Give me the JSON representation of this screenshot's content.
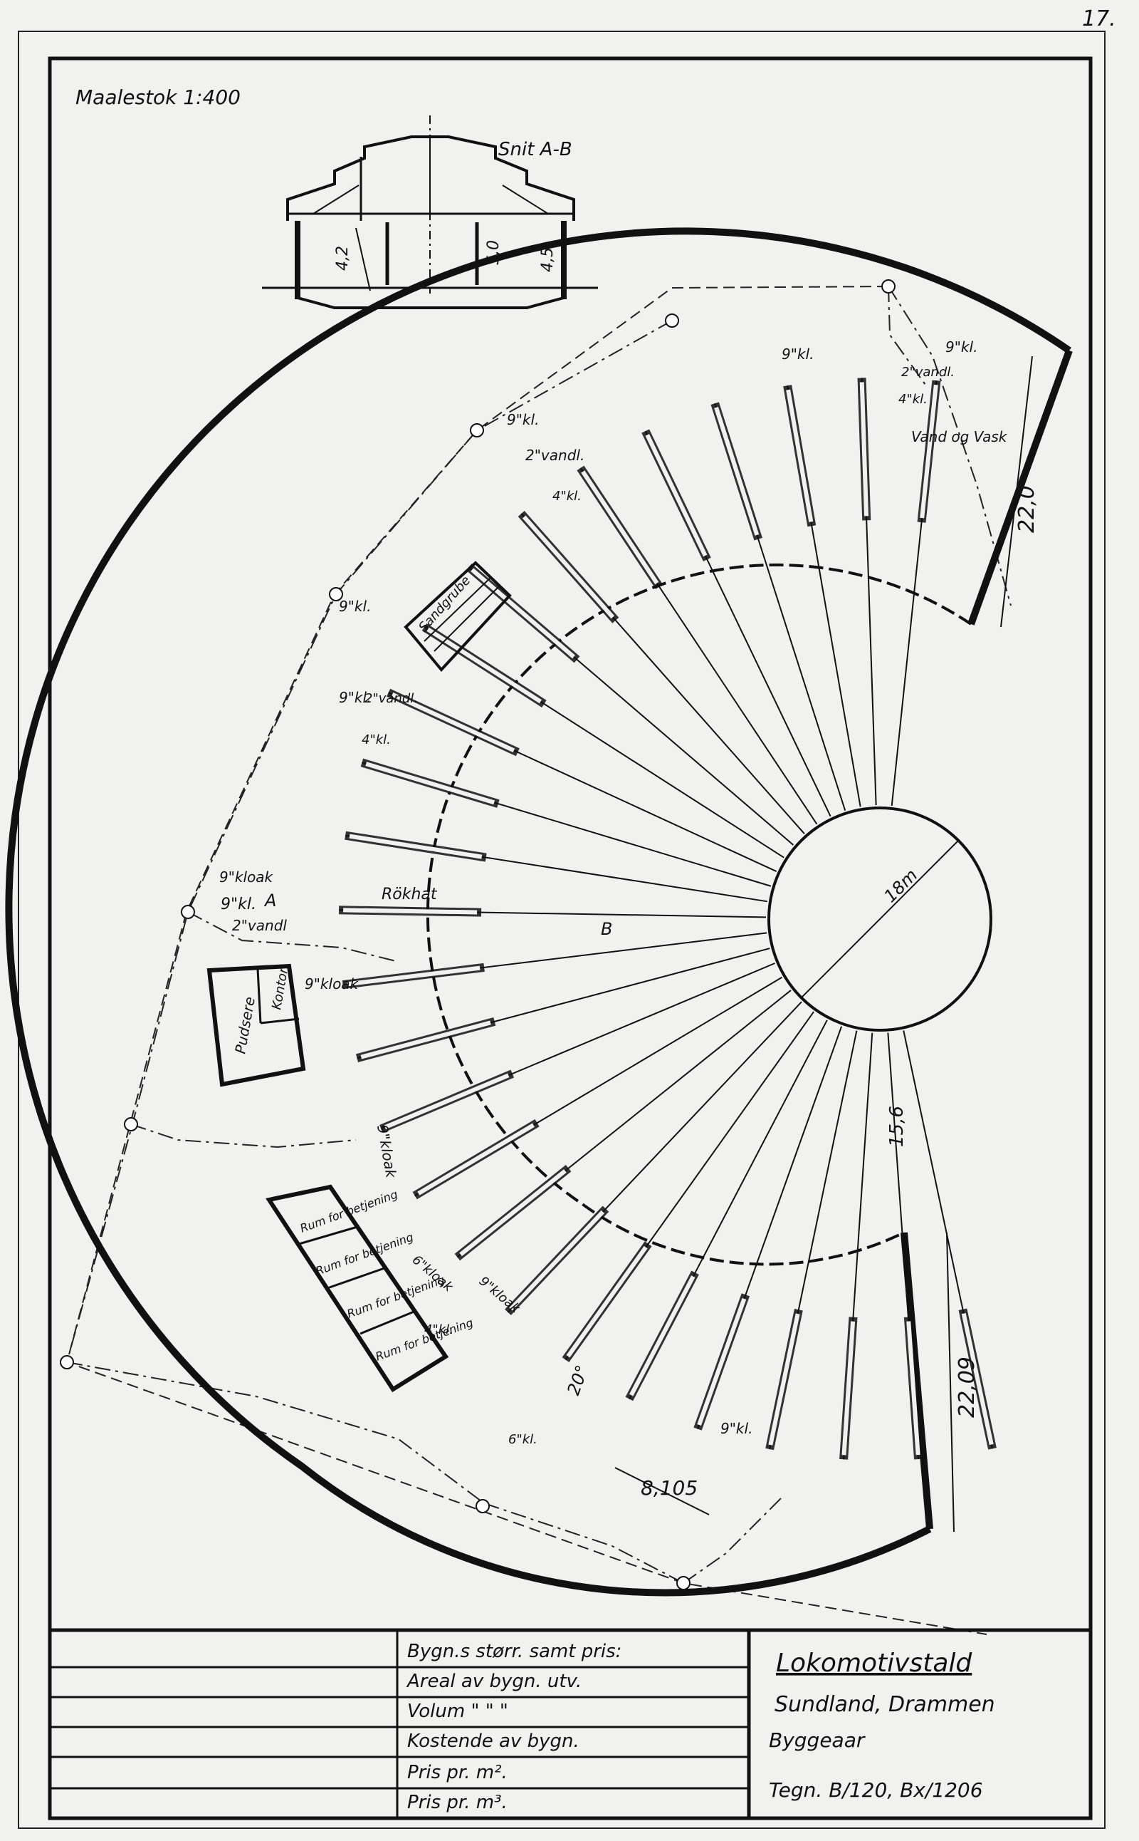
{
  "sheet": {
    "page_number": "17.",
    "scale": "Maalestok 1:400"
  },
  "section": {
    "title": "Snit A-B",
    "dims": [
      "4,2",
      "5,0",
      "4,5"
    ]
  },
  "plan": {
    "turntable_diameter": "18m",
    "dim_depth": "22,0",
    "dim_depth_lower": "22,09",
    "dim_bay": "8,105",
    "dim_radius": "15,6",
    "dim_angle": "20°",
    "rooms": {
      "pudsere": "Pudsere",
      "kontor": "Kontor",
      "staff_1": "Rum for betjening",
      "staff_2": "Rum for betjening",
      "staff_3": "Rum for betjening",
      "staff_4": "Rum for betjening",
      "sandgrube": "Sandgrube"
    },
    "labels": {
      "rokhat": "Rökhat",
      "vand_og_vask": "Vand og Vask",
      "section_a": "A",
      "section_b": "B",
      "pipe_9kl_1": "9\"kl.",
      "pipe_9kl_2": "9\"kl.",
      "pipe_9kl_3": "9\"kl.",
      "pipe_9kl_4": "9\"kl.",
      "pipe_9kl_5": "9\"kl.",
      "pipe_9kl_6": "9\"kl.",
      "pipe_9kl_7": "9\"kl.",
      "pipe_2vandl_1": "2\"vandl.",
      "pipe_2vandl_2": "2\"vandl.",
      "pipe_2vandl_3": "2\"vandl.",
      "pipe_2vandl_4": "2\"vandl",
      "pipe_4kl_1": "4\"kl.",
      "pipe_4kl_2": "4\"kl.",
      "pipe_4kl_3": "4\"kl.",
      "pipe_4kl_4": "4\"kl.",
      "kloak_1": "9\"kloak",
      "kloak_2": "9\"kloak",
      "kloak_3": "9\"kloak",
      "kloak_4": "6\"kloak",
      "kloak_5": "9\"kloak",
      "kl_6": "6\"kl."
    }
  },
  "title_block": {
    "header": "Bygn.s størr. samt pris:",
    "rows": [
      "Areal av bygn. utv.",
      "Volum  \"     \"     \"",
      "Kostende av bygn.",
      "Pris pr. m².",
      "Pris pr. m³."
    ],
    "building_name": "Lokomotivstald",
    "location": "Sundland, Drammen",
    "year_label": "Byggeaar",
    "drawing_ref": "Tegn. B/120, Bx/1206"
  }
}
